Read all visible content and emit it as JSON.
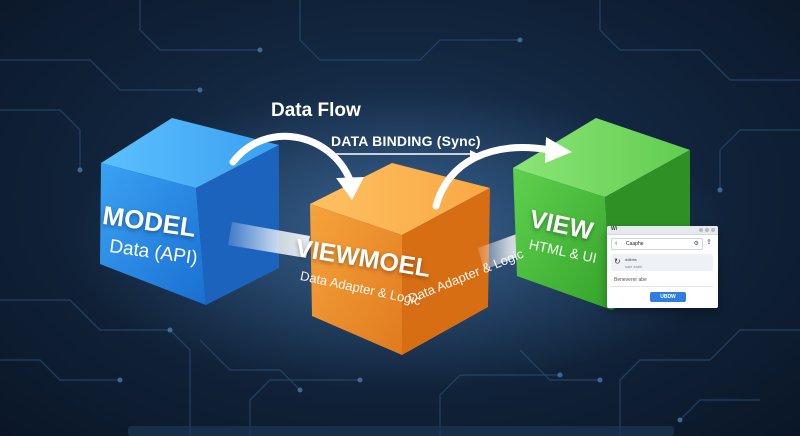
{
  "flow_title": "Data Flow",
  "binding_title": "DATA BINDING (Sync)",
  "model": {
    "title": "MODEL",
    "subtitle": "Data (API)",
    "color": "#2f8fe6"
  },
  "viewmodel": {
    "title": "VIEWMOEL",
    "subtitle_left": "Data Adapter & Logic",
    "subtitle_right": "Data Adapter & Logic",
    "color": "#f0922e"
  },
  "view": {
    "title": "VIEW",
    "subtitle": "HTML & UI",
    "color": "#4cba3f"
  },
  "mini_ui": {
    "app_name": "Wi",
    "search_text": "Caaphe",
    "row_line1": "ddibbs",
    "row_line2": "sale eabh",
    "caption": "Beneverer abe",
    "button_label": "UBDW",
    "icons": [
      "back-arrow-icon",
      "settings-icon",
      "share-icon",
      "loading-icon"
    ]
  },
  "colors": {
    "background": "#12263f",
    "circuit": "#2a4a6e",
    "arrow": "#ffffff"
  }
}
